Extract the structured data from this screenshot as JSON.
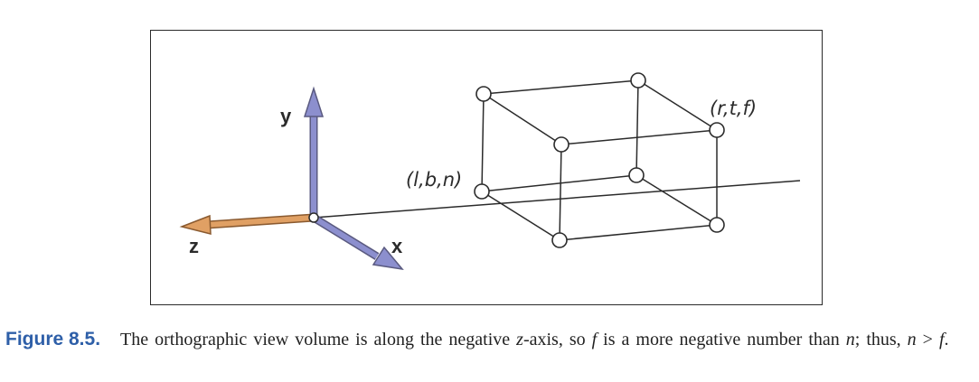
{
  "figure": {
    "number": "Figure 8.5.",
    "caption_parts": [
      {
        "text": "The orthographic view volume is along the negative ",
        "italic": false
      },
      {
        "text": "z",
        "italic": true
      },
      {
        "text": "-axis, so ",
        "italic": false
      },
      {
        "text": "f",
        "italic": true
      },
      {
        "text": " is a more negative number than ",
        "italic": false
      },
      {
        "text": "n",
        "italic": true
      },
      {
        "text": "; thus, ",
        "italic": false
      },
      {
        "text": "n",
        "italic": true
      },
      {
        "text": " > ",
        "italic": false
      },
      {
        "text": "f",
        "italic": true
      },
      {
        "text": ".",
        "italic": false
      }
    ]
  },
  "axes": {
    "y_label": "y",
    "z_label": "z",
    "x_label": "x"
  },
  "corners": {
    "near_label": "(l,b,n)",
    "far_label": "(r,t,f)"
  },
  "colors": {
    "y_axis": "#8c8fce",
    "x_axis": "#8c8fce",
    "z_axis": "#e0a064",
    "caption_number": "#2e5fa8"
  }
}
